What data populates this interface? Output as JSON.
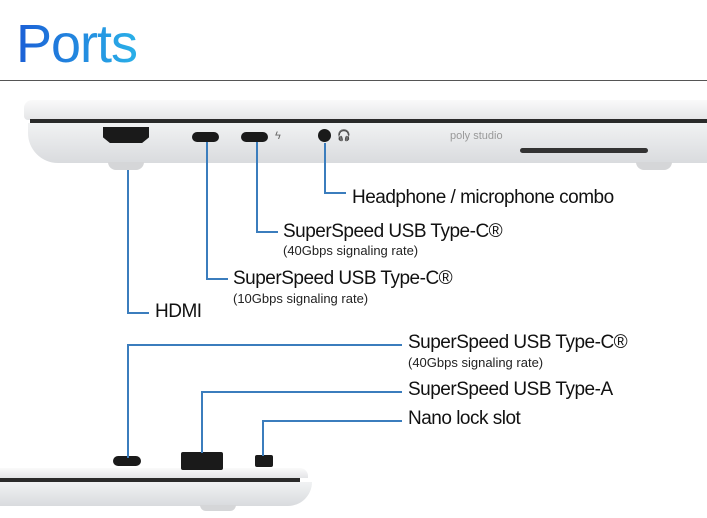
{
  "title": "Ports",
  "laptop_left": {
    "brand_text": "poly studio"
  },
  "labels": {
    "headphone": "Headphone / microphone combo",
    "usbc_40_top": {
      "name": "SuperSpeed USB Type-C®",
      "rate": "(40Gbps signaling rate)"
    },
    "usbc_10": {
      "name": "SuperSpeed USB Type-C®",
      "rate": "(10Gbps signaling rate)"
    },
    "hdmi": "HDMI",
    "usbc_40_right": {
      "name": "SuperSpeed USB Type-C®",
      "rate": "(40Gbps signaling rate)"
    },
    "usba": "SuperSpeed USB Type-A",
    "lock": "Nano lock slot"
  },
  "colors": {
    "leader": "#3b7dbd",
    "title_start": "#1b5fd6",
    "title_end": "#2ab0e8"
  }
}
